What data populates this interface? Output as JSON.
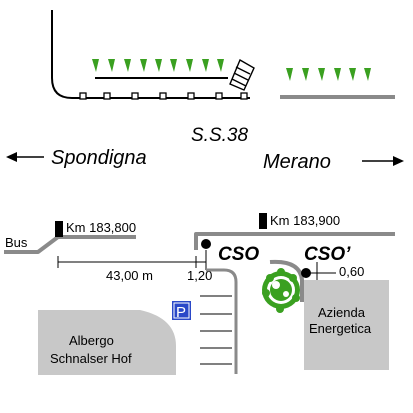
{
  "road": {
    "name": "S.S.38",
    "direction_left": "Spondigna",
    "direction_right": "Merano"
  },
  "labels": {
    "bus": "Bus",
    "km_left": "Km 183,800",
    "km_right": "Km 183,900",
    "cso": "CSO",
    "cso_prime": "CSO’",
    "dist_main": "43,00 m",
    "dist_small": "1,20",
    "dist_right": "0,60",
    "parking": "P",
    "hotel_line1": "Albergo",
    "hotel_line2": "Schnalser Hof",
    "company_line1": "Azienda",
    "company_line2": "Energetica"
  },
  "colors": {
    "road_gray": "#8a8a8a",
    "building_gray": "#c8c8c8",
    "grass_green": "#3aa020",
    "parking_blue": "#2a48c8"
  }
}
